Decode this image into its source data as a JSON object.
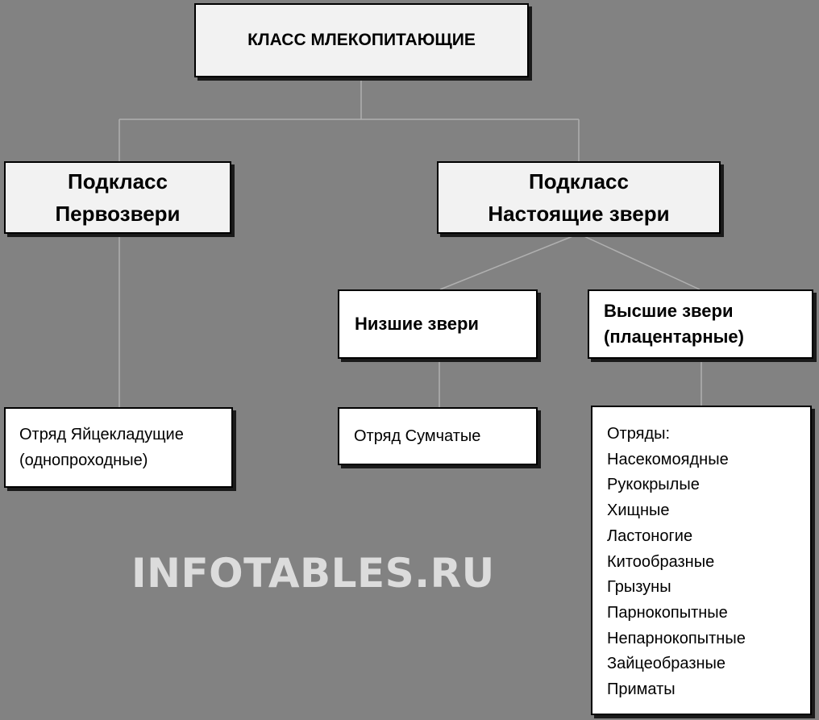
{
  "root": {
    "label": "КЛАСС МЛЕКОПИТАЮЩИЕ"
  },
  "subclass_left": {
    "line1": "Подкласс",
    "line2": "Первозвери"
  },
  "subclass_right": {
    "line1": "Подкласс",
    "line2": "Настоящие звери"
  },
  "lower_beasts": {
    "label": "Низшие звери"
  },
  "higher_beasts": {
    "line1": "Высшие звери",
    "line2": "(плацентарные)"
  },
  "order_monotremes": {
    "line1": "Отряд Яйцекладущие",
    "line2": "(однопроходные)"
  },
  "order_marsupials": {
    "label": "Отряд Сумчатые"
  },
  "orders_placental": {
    "heading": "Отряды:",
    "items": [
      "Насекомоядные",
      "Рукокрылые",
      "Хищные",
      "Ластоногие",
      "Китообразные",
      "Грызуны",
      "Парнокопытные",
      "Непарнокопытные",
      "Зайцеобразные",
      "Приматы"
    ]
  },
  "watermark": "INFOTABLES.RU",
  "colors": {
    "background": "#828282",
    "box_fill": "#f2f2f2",
    "connector": "#b0b0b0"
  }
}
